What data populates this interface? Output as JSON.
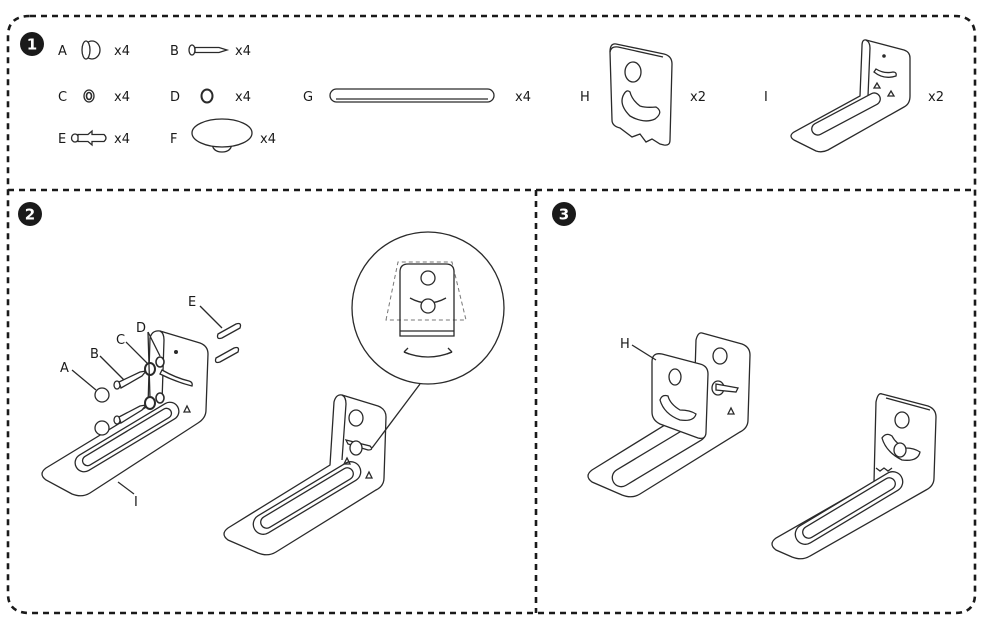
{
  "steps": [
    {
      "number": "1",
      "parts": [
        {
          "letter": "A",
          "qty": "x4"
        },
        {
          "letter": "B",
          "qty": "x4"
        },
        {
          "letter": "C",
          "qty": "x4"
        },
        {
          "letter": "D",
          "qty": "x4"
        },
        {
          "letter": "E",
          "qty": "x4"
        },
        {
          "letter": "F",
          "qty": "x4"
        },
        {
          "letter": "G",
          "qty": "x4"
        },
        {
          "letter": "H",
          "qty": "x2"
        },
        {
          "letter": "I",
          "qty": "x2"
        }
      ]
    },
    {
      "number": "2",
      "callouts": [
        "A",
        "B",
        "C",
        "D",
        "E",
        "I"
      ]
    },
    {
      "number": "3",
      "callouts": [
        "H"
      ]
    }
  ]
}
